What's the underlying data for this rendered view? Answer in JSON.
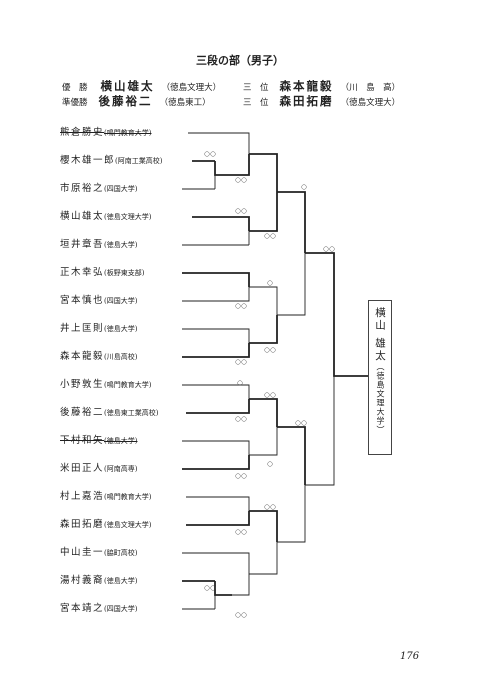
{
  "title": "三段の部（男子）",
  "results": [
    {
      "rank": "優　勝",
      "name": "横山雄太",
      "affil": "（徳島文理大）"
    },
    {
      "rank": "三　位",
      "name": "森本龍毅",
      "affil": "（川　島　高）"
    },
    {
      "rank": "準優勝",
      "name": "後藤裕二",
      "affil": "（徳島東工）"
    },
    {
      "rank": "三　位",
      "name": "森田拓磨",
      "affil": "（徳島文理大）"
    }
  ],
  "players": [
    {
      "name": "熊倉勝史",
      "affil": "(鳴門教育大学)",
      "struck": true
    },
    {
      "name": "櫻木雄一郎",
      "affil": "(阿南工業高校)",
      "struck": false
    },
    {
      "name": "市原裕之",
      "affil": "(四国大学)",
      "struck": false
    },
    {
      "name": "横山雄太",
      "affil": "(徳島文理大学)",
      "struck": false
    },
    {
      "name": "垣井章吾",
      "affil": "(徳島大学)",
      "struck": false
    },
    {
      "name": "正木幸弘",
      "affil": "(板野東支部)",
      "struck": false
    },
    {
      "name": "宮本慎也",
      "affil": "(四国大学)",
      "struck": false
    },
    {
      "name": "井上匡則",
      "affil": "(徳島大学)",
      "struck": false
    },
    {
      "name": "森本龍毅",
      "affil": "(川島高校)",
      "struck": false
    },
    {
      "name": "小野敦生",
      "affil": "(鳴門教育大学)",
      "struck": false
    },
    {
      "name": "後藤裕二",
      "affil": "(徳島東工業高校)",
      "struck": false
    },
    {
      "name": "下村和矢",
      "affil": "(徳島大学)",
      "struck": true
    },
    {
      "name": "米田正人",
      "affil": "(阿南高専)",
      "struck": false
    },
    {
      "name": "村上嘉浩",
      "affil": "(鳴門教育大学)",
      "struck": false
    },
    {
      "name": "森田拓磨",
      "affil": "(徳島文理大学)",
      "struck": false
    },
    {
      "name": "中山圭一",
      "affil": "(脇町高校)",
      "struck": false
    },
    {
      "name": "湯村義裔",
      "affil": "(徳島大学)",
      "struck": false
    },
    {
      "name": "宮本靖之",
      "affil": "(四国大学)",
      "struck": false
    }
  ],
  "champion": {
    "name": "横山 雄太",
    "affil": "（徳島文理大学）"
  },
  "page_number": "176"
}
